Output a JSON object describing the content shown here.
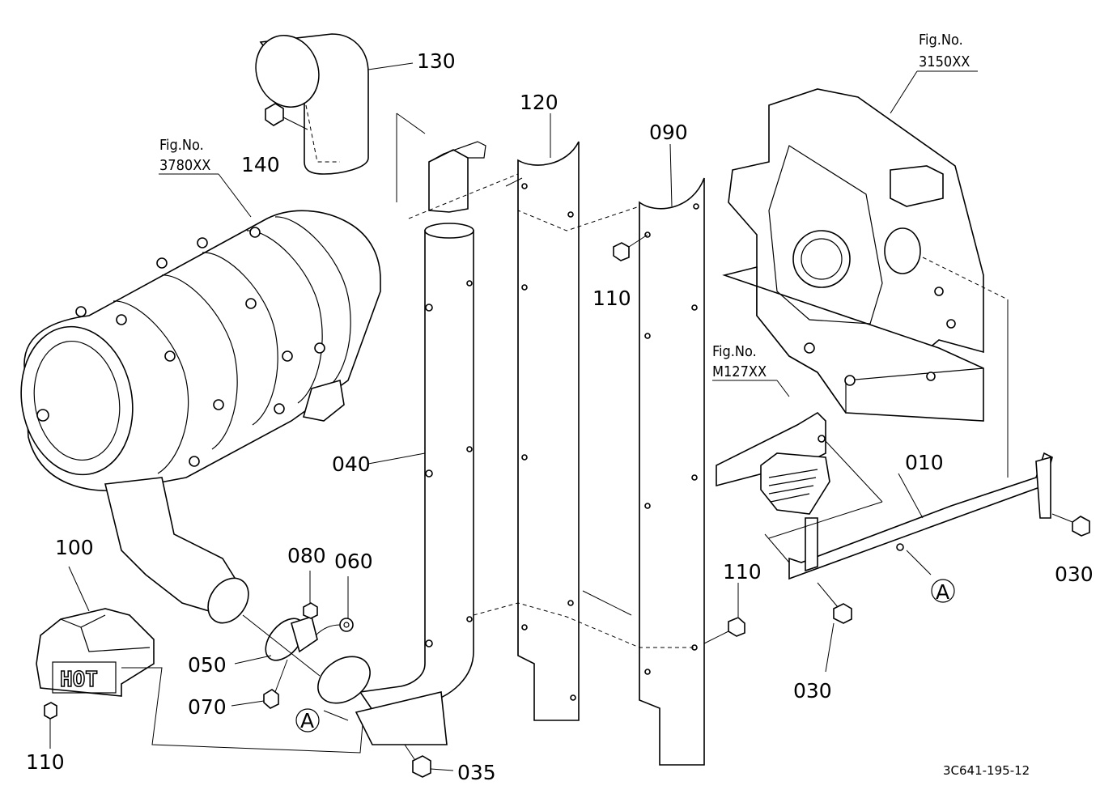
{
  "labels": {
    "p130": "130",
    "p140": "140",
    "p120": "120",
    "p090": "090",
    "p110a": "110",
    "p040": "040",
    "p100": "100",
    "p080": "080",
    "p060": "060",
    "p050": "050",
    "p070": "070",
    "p110b": "110",
    "p035": "035",
    "p010": "010",
    "p030a": "030",
    "p110c": "110",
    "p030b": "030",
    "refA1": "A",
    "refA2": "A",
    "hot": "HOT"
  },
  "figrefs": {
    "f3780": {
      "line1": "Fig.No.",
      "line2": "3780XX"
    },
    "f3150": {
      "line1": "Fig.No.",
      "line2": "3150XX"
    },
    "fM127": {
      "line1": "Fig.No.",
      "line2": "M127XX"
    }
  },
  "drawing_code": "3C641-195-12"
}
